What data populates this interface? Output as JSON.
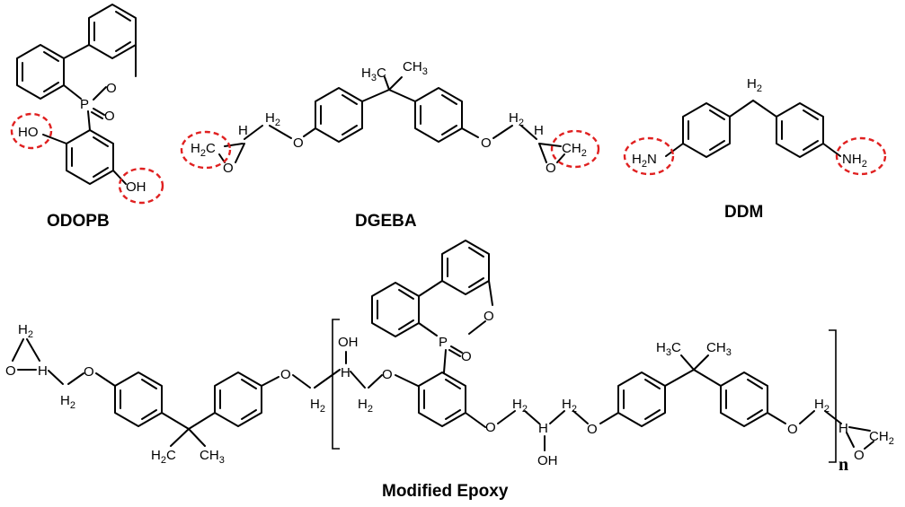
{
  "colors": {
    "highlight": "#e02020",
    "ink": "#000000",
    "background": "#ffffff"
  },
  "labels": {
    "odopb": "ODOPB",
    "dgeba": "DGEBA",
    "ddm": "DDM",
    "modified_epoxy": "Modified Epoxy",
    "repeat_n": "n"
  },
  "atoms": {
    "o": "O",
    "p": "P",
    "ho": "HO",
    "oh": "OH",
    "h": "H",
    "h2": "H",
    "two": "2",
    "three": "3",
    "n": "N",
    "c": "C"
  }
}
